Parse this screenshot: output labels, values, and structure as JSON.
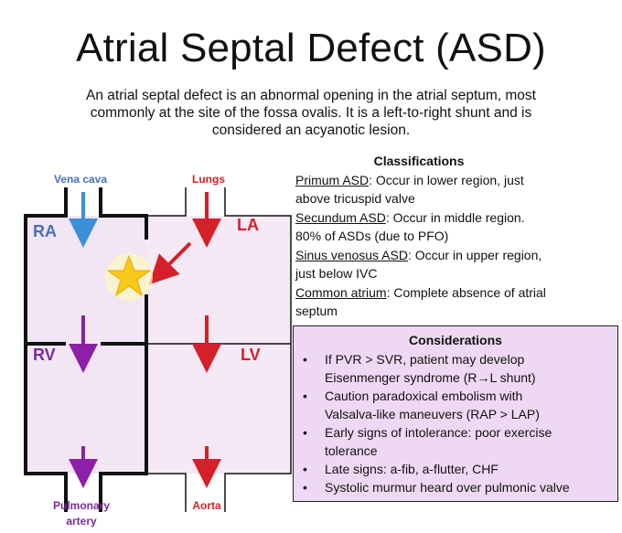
{
  "title": "Atrial Septal Defect (ASD)",
  "intro": [
    "An atrial septal defect is an abnormal opening in the atrial septum, most",
    "commonly at the site of the fossa ovalis. It is a left-to-right shunt and is",
    "considered an acyanotic lesion."
  ],
  "diagram": {
    "labels": {
      "vena_cava": "Vena cava",
      "lungs": "Lungs",
      "ra": "RA",
      "la": "LA",
      "rv": "RV",
      "lv": "LV",
      "pulmonary_line1": "Pulmonary",
      "pulmonary_line2": "artery",
      "aorta": "Aorta"
    },
    "colors": {
      "chamber_fill": "#f2e6f4",
      "wall": "#111111",
      "blue_arrow": "#3b8fd9",
      "red_arrow": "#d4202a",
      "purple_arrow": "#8e1fa8",
      "label_blue": "#4a6fb8",
      "label_red": "#d4202a",
      "label_purple": "#7a2a98",
      "star": "#f7c919"
    }
  },
  "classifications": {
    "title": "Classifications",
    "items": [
      {
        "term": "Primum ASD",
        "desc_1": ": Occur in lower region, just",
        "desc_2": "above tricuspid valve"
      },
      {
        "term": "Secundum ASD",
        "desc_1": ": Occur in middle region.",
        "desc_2": "80% of ASDs (due to PFO)"
      },
      {
        "term": "Sinus venosus ASD",
        "desc_1": ": Occur in upper region,",
        "desc_2": "just below IVC"
      },
      {
        "term": "Common atrium",
        "desc_1": ": Complete absence of atrial",
        "desc_2": "septum"
      }
    ]
  },
  "considerations": {
    "title": "Considerations",
    "bullet": "•",
    "items": [
      [
        "If PVR > SVR, patient may develop",
        "Eisenmenger syndrome (R→L shunt)"
      ],
      [
        "Caution paradoxical embolism with",
        "Valsalva-like maneuvers (RAP > LAP)"
      ],
      [
        "Early signs of intolerance: poor exercise",
        "tolerance"
      ],
      [
        "Late signs: a-fib, a-flutter, CHF"
      ],
      [
        "Systolic murmur heard over pulmonic valve"
      ]
    ]
  }
}
